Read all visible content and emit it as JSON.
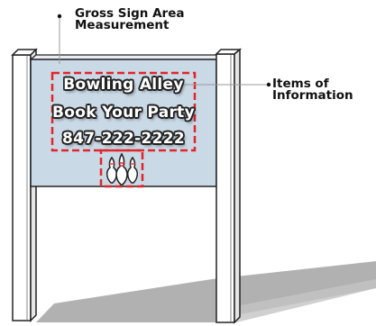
{
  "callouts": {
    "gross_sign_area": [
      "Gross Sign Area",
      "Measurement"
    ],
    "items_of_information": [
      "Items of",
      "Information"
    ]
  },
  "sign": {
    "lines": [
      "Bowling Alley",
      "Book Your Party",
      "847-222-2222"
    ],
    "logo_icon": "bowling-pins-icon"
  },
  "colors": {
    "panel": "#cad9e6",
    "measurement_dash": "#e0262b",
    "leader_line": "#999999",
    "shadow": "#a9a9a9"
  }
}
